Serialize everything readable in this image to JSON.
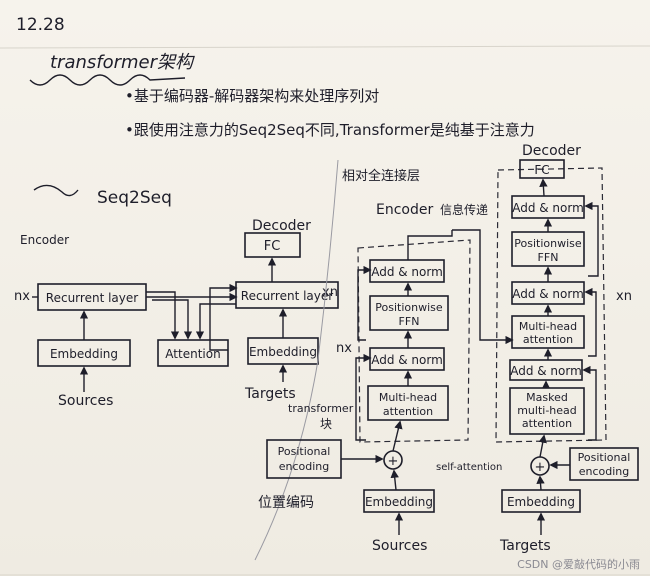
{
  "header": {
    "date": "12.28",
    "title": "transformer架构",
    "bullet1": "•基于编码器-解码器架构来处理序列对",
    "bullet2": "•跟使用注意力的Seq2Seq不同,Transformer是纯基于注意力"
  },
  "seq2seq": {
    "title": "Seq2Seq",
    "encoder_label": "Encoder",
    "decoder_label": "Decoder",
    "fc": "FC",
    "nx_left": "nx",
    "nx_right": "xn",
    "enc_recurrent": "Recurrent layer",
    "dec_recurrent": "Recurrent layer",
    "enc_embedding": "Embedding",
    "attention": "Attention",
    "dec_embedding": "Embedding",
    "sources": "Sources",
    "targets": "Targets"
  },
  "transformer": {
    "residual_note": "相对全连接层",
    "encoder_label": "Encoder",
    "info_note": "信息传递",
    "decoder_label": "Decoder",
    "enc_addnorm_top": "Add & norm",
    "enc_ffn_line1": "Positionwise",
    "enc_ffn_line2": "FFN",
    "enc_nx": "nx",
    "enc_addnorm_bottom": "Add & norm",
    "enc_mha_line1": "Multi-head",
    "enc_mha_line2": "attention",
    "transformer_note": "transformer",
    "kuai_note": "块",
    "enc_pe_line1": "Positional",
    "enc_pe_line2": "encoding",
    "pe_note": "位置编码",
    "self_attention_note": "self-attention",
    "enc_embedding": "Embedding",
    "sources": "Sources",
    "dec_fc": "FC",
    "dec_addnorm_top": "Add & norm",
    "dec_ffn_line1": "Positionwise",
    "dec_ffn_line2": "FFN",
    "dec_addnorm_mid": "Add & norm",
    "dec_mha_line1": "Multi-head",
    "dec_mha_line2": "attention",
    "dec_xn": "xn",
    "dec_addnorm_bottom": "Add & norm",
    "dec_masked_line1": "Masked",
    "dec_masked_line2": "multi-head",
    "dec_masked_line3": "attention",
    "dec_pe_line1": "Positional",
    "dec_pe_line2": "encoding",
    "dec_embedding": "Embedding",
    "targets": "Targets",
    "plus": "+"
  },
  "watermark": "CSDN @爱敲代码的小雨"
}
